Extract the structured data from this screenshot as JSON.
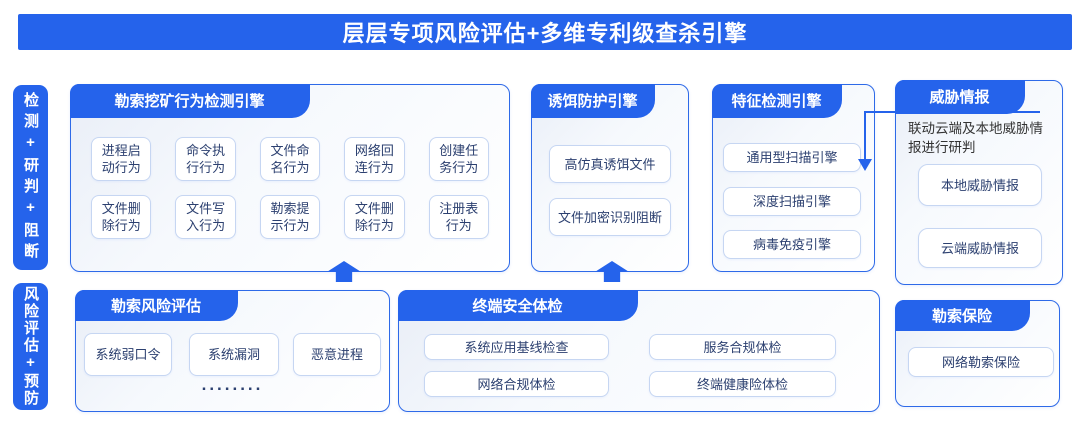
{
  "banner": {
    "title": "层层专项风险评估+多维专利级查杀引擎"
  },
  "sidebar": {
    "detect_label": "检测+研判+阻断",
    "prevent_label": "风险评估+预防"
  },
  "panels": {
    "ransom_mining": {
      "title": "勒索挖矿行为检测引擎",
      "items": [
        "进程启动行为",
        "命令执行行为",
        "文件命名行为",
        "网络回连行为",
        "创建任务行为",
        "文件删除行为",
        "文件写入行为",
        "勒索提示行为",
        "文件删除行为",
        "注册表行为"
      ]
    },
    "decoy": {
      "title": "诱饵防护引擎",
      "items": [
        "高仿真诱饵文件",
        "文件加密识别阻断"
      ]
    },
    "signature": {
      "title": "特征检测引擎",
      "items": [
        "通用型扫描引擎",
        "深度扫描引擎",
        "病毒免疫引擎"
      ]
    },
    "threat_intel": {
      "title": "威胁情报",
      "description": "联动云端及本地威胁情报进行研判",
      "items": [
        "本地威胁情报",
        "云端威胁情报"
      ]
    },
    "risk_assessment": {
      "title": "勒索风险评估",
      "items": [
        "系统弱口令",
        "系统漏洞",
        "恶意进程"
      ],
      "ellipsis": "........"
    },
    "endpoint_checkup": {
      "title": "终端安全体检",
      "items": [
        "系统应用基线检查",
        "服务合规体检",
        "网络合规体检",
        "终端健康险体检"
      ]
    },
    "insurance": {
      "title": "勒索保险",
      "items": [
        "网络勒索保险"
      ]
    }
  },
  "colors": {
    "primary_blue": "#2563eb",
    "card_border": "#c6d6f2",
    "card_text": "#2c4070"
  }
}
